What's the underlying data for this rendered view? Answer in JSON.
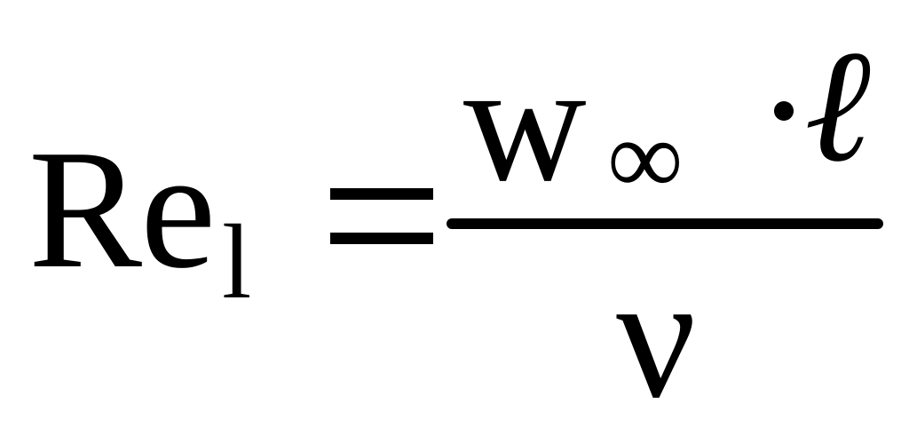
{
  "formula": {
    "lhs": {
      "symbol": "Re",
      "subscript": "l"
    },
    "relation": "=",
    "numerator": {
      "variable": "w",
      "subscript": "∞",
      "operator": "·",
      "factor": "ℓ"
    },
    "denominator": "ν"
  }
}
